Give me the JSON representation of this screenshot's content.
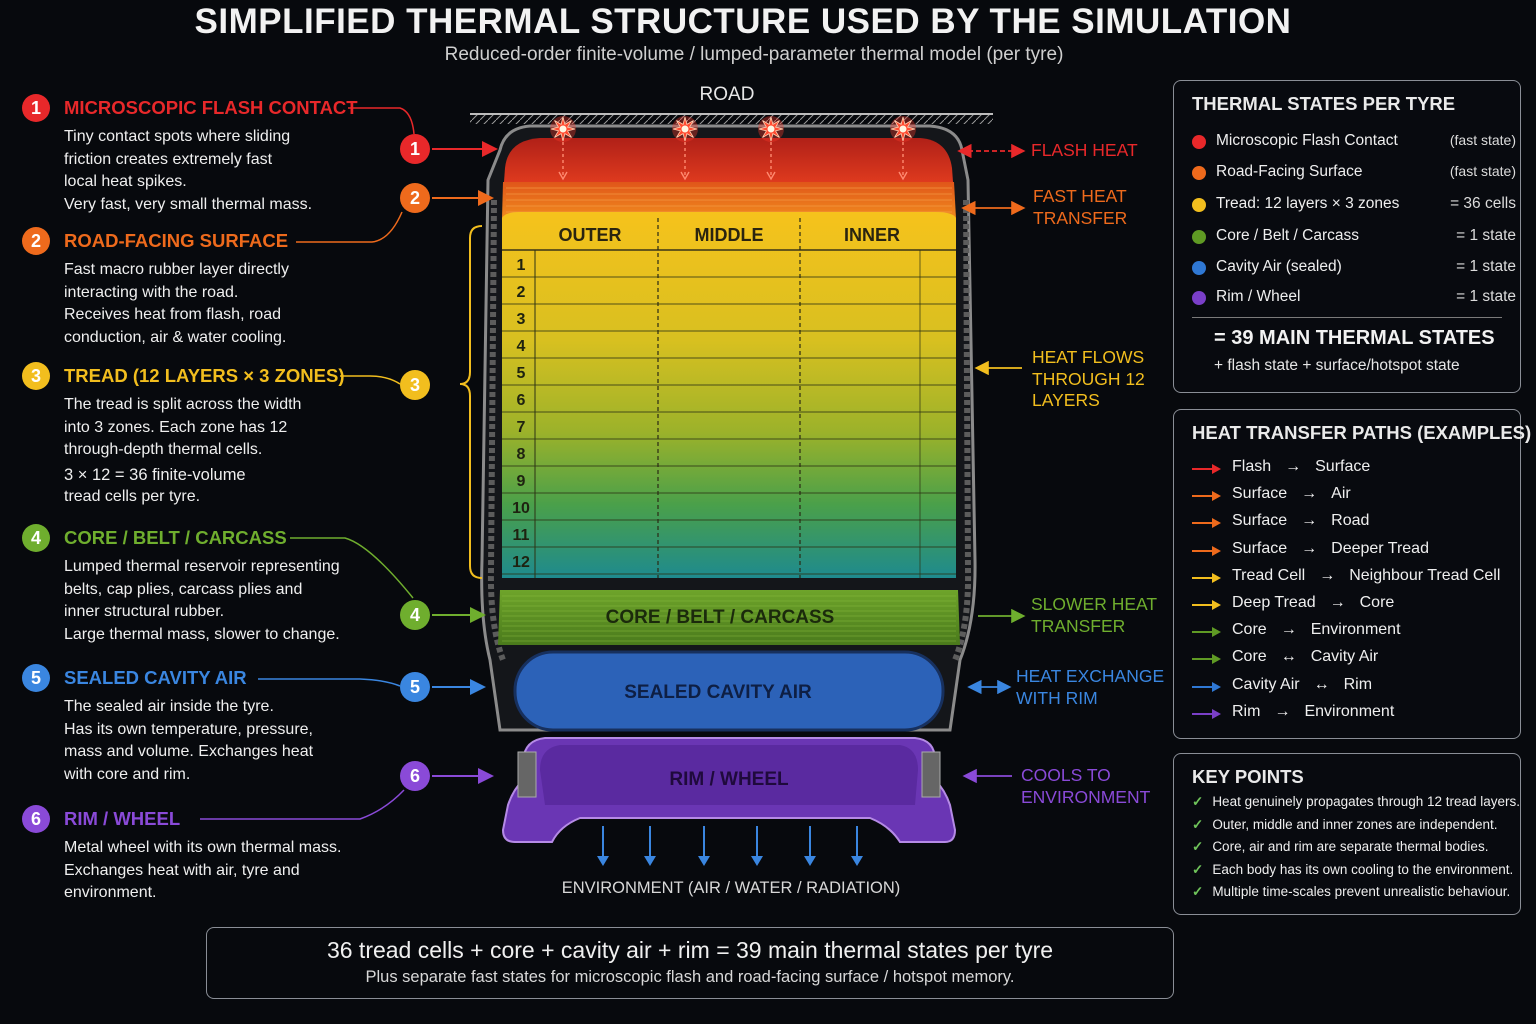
{
  "title": "SIMPLIFIED THERMAL STRUCTURE USED BY THE SIMULATION",
  "subtitle": "Reduced-order finite-volume / lumped-parameter thermal model (per tyre)",
  "colors": {
    "flash": "#e8282a",
    "surface": "#ee6a1c",
    "tread": "#f2be1e",
    "core": "#5f9a24",
    "cavity": "#2f78d4",
    "rim": "#7a3fc8"
  },
  "sections": [
    {
      "num": "1",
      "heading": "MICROSCOPIC FLASH CONTACT",
      "color": "#e8282a",
      "lines": [
        "Tiny contact spots where sliding",
        "friction creates extremely fast",
        "local heat spikes.",
        "Very fast, very small thermal mass."
      ]
    },
    {
      "num": "2",
      "heading": "ROAD-FACING SURFACE",
      "color": "#ee6a1c",
      "lines": [
        "Fast macro rubber layer directly",
        "interacting with the road.",
        "Receives heat from flash, road",
        "conduction, air & water cooling."
      ]
    },
    {
      "num": "3",
      "heading": "TREAD (12 LAYERS × 3 ZONES)",
      "color": "#f2be1e",
      "lines": [
        "The tread is split across the width",
        "into 3 zones. Each zone has 12",
        "through-depth thermal cells.",
        "3 × 12 = 36 finite-volume",
        "tread cells per tyre."
      ]
    },
    {
      "num": "4",
      "heading": "CORE / BELT / CARCASS",
      "color": "#6fae2e",
      "lines": [
        "Lumped thermal reservoir representing",
        "belts, cap plies, carcass plies and",
        "inner structural rubber.",
        "Large thermal mass, slower to change."
      ]
    },
    {
      "num": "5",
      "heading": "SEALED CAVITY AIR",
      "color": "#3a86e0",
      "lines": [
        "The sealed air inside the tyre.",
        "Has its own temperature, pressure,",
        "mass and volume. Exchanges heat",
        "with core and rim."
      ]
    },
    {
      "num": "6",
      "heading": "RIM / WHEEL",
      "color": "#8a4ad8",
      "lines": [
        "Metal wheel with its own thermal mass.",
        "Exchanges heat with air, tyre and",
        "environment."
      ]
    }
  ],
  "diagram": {
    "road_label": "ROAD",
    "zones": [
      "OUTER",
      "MIDDLE",
      "INNER"
    ],
    "layers": [
      "1",
      "2",
      "3",
      "4",
      "5",
      "6",
      "7",
      "8",
      "9",
      "10",
      "11",
      "12"
    ],
    "core_label": "CORE / BELT / CARCASS",
    "cavity_label": "SEALED CAVITY AIR",
    "rim_label": "RIM / WHEEL",
    "environment_label": "ENVIRONMENT (AIR / WATER / RADIATION)",
    "annotations": [
      {
        "text": "FLASH HEAT",
        "color": "#e8282a"
      },
      {
        "text": "FAST HEAT TRANSFER",
        "color": "#ee6a1c"
      },
      {
        "text": "HEAT FLOWS THROUGH 12 LAYERS",
        "color": "#f2be1e"
      },
      {
        "text": "SLOWER HEAT TRANSFER",
        "color": "#6fae2e"
      },
      {
        "text": "HEAT EXCHANGE WITH RIM",
        "color": "#3a86e0"
      },
      {
        "text": "COOLS TO ENVIRONMENT",
        "color": "#8a4ad8"
      }
    ]
  },
  "states_panel": {
    "title": "THERMAL STATES PER TYRE",
    "rows": [
      {
        "label": "Microscopic Flash Contact",
        "value": "(fast state)",
        "color": "#e8282a"
      },
      {
        "label": "Road-Facing Surface",
        "value": "(fast state)",
        "color": "#ee6a1c"
      },
      {
        "label": "Tread: 12 layers × 3 zones",
        "value": "= 36 cells",
        "color": "#f2be1e"
      },
      {
        "label": "Core / Belt / Carcass",
        "value": "= 1 state",
        "color": "#5f9a24"
      },
      {
        "label": "Cavity Air (sealed)",
        "value": "= 1 state",
        "color": "#2f78d4"
      },
      {
        "label": "Rim / Wheel",
        "value": "= 1 state",
        "color": "#7a3fc8"
      }
    ],
    "total": "= 39 MAIN THERMAL STATES",
    "extra": "+ flash state + surface/hotspot state"
  },
  "paths_panel": {
    "title": "HEAT TRANSFER PATHS (EXAMPLES)",
    "rows": [
      {
        "from": "Flash",
        "sym": "→",
        "to": "Surface",
        "color": "#e8282a"
      },
      {
        "from": "Surface",
        "sym": "→",
        "to": "Air",
        "color": "#ee6a1c"
      },
      {
        "from": "Surface",
        "sym": "→",
        "to": "Road",
        "color": "#ee6a1c"
      },
      {
        "from": "Surface",
        "sym": "→",
        "to": "Deeper Tread",
        "color": "#ee6a1c"
      },
      {
        "from": "Tread Cell",
        "sym": "→",
        "to": "Neighbour Tread Cell",
        "color": "#f2be1e"
      },
      {
        "from": "Deep Tread",
        "sym": "→",
        "to": "Core",
        "color": "#f2be1e"
      },
      {
        "from": "Core",
        "sym": "→",
        "to": "Environment",
        "color": "#5f9a24"
      },
      {
        "from": "Core",
        "sym": "↔",
        "to": "Cavity Air",
        "color": "#5f9a24"
      },
      {
        "from": "Cavity Air",
        "sym": "↔",
        "to": "Rim",
        "color": "#2f78d4"
      },
      {
        "from": "Rim",
        "sym": "→",
        "to": "Environment",
        "color": "#7a3fc8"
      }
    ]
  },
  "key_points": {
    "title": "KEY POINTS",
    "items": [
      "Heat genuinely propagates through 12 tread layers.",
      "Outer, middle and inner zones are independent.",
      "Core, air and rim are separate thermal bodies.",
      "Each body has its own cooling to the environment.",
      "Multiple time-scales prevent unrealistic behaviour."
    ]
  },
  "summary": {
    "line1": "36 tread cells + core + cavity air + rim = 39 main thermal states per tyre",
    "line2": "Plus separate fast states for microscopic flash and road-facing surface / hotspot memory."
  }
}
